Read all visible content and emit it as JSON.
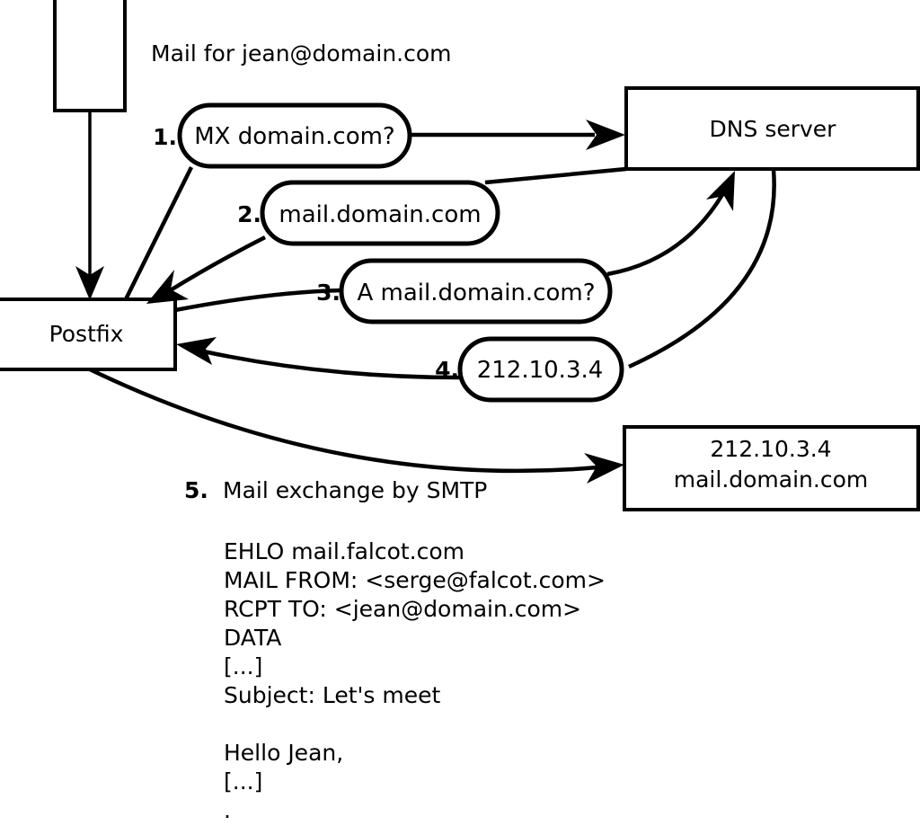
{
  "diagram": {
    "title_caption": "Mail for jean@domain.com",
    "nodes": {
      "sender_box": {
        "label": ""
      },
      "postfix_box": {
        "label": "Postfix"
      },
      "dns_box": {
        "label": "DNS server"
      },
      "destination_box": {
        "line1": "212.10.3.4",
        "line2": "mail.domain.com"
      }
    },
    "steps": [
      {
        "num": "1.",
        "label": "MX domain.com?"
      },
      {
        "num": "2.",
        "label": "mail.domain.com"
      },
      {
        "num": "3.",
        "label": "A mail.domain.com?"
      },
      {
        "num": "4.",
        "label": "212.10.3.4"
      }
    ],
    "step5": {
      "num": "5.",
      "label": "Mail exchange by SMTP"
    },
    "transcript": [
      "EHLO mail.falcot.com",
      "MAIL FROM: <serge@falcot.com>",
      "RCPT TO: <jean@domain.com>",
      "DATA",
      "[...]",
      "Subject: Let's meet",
      "",
      "Hello Jean,",
      "[...]",
      "",
      "."
    ],
    "colors": {
      "stroke": "#000000",
      "background": "#ffffff"
    }
  }
}
